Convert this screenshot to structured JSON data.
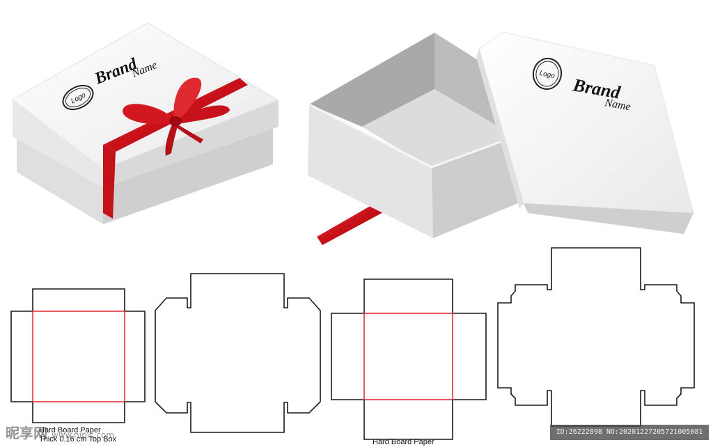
{
  "closed_box": {
    "logo_text": "Logo",
    "brand_text": "Brand",
    "name_text": "Name"
  },
  "open_box_lid": {
    "logo_text": "Logo",
    "brand_text": "Brand",
    "name_text": "Name"
  },
  "dielines": {
    "caption_1_line1": "Hard Board Paper",
    "caption_1_line2": "Thick 0.16 cm Top Box",
    "caption_2": "Hard Board Paper"
  },
  "watermark": {
    "site_name": "昵享网",
    "site_url": "www.nipic.com",
    "id_text": "ID:26222898 NO:20201227205721005081"
  },
  "colors": {
    "ribbon_red": "#d0161f",
    "fold_line_red": "#e0303a",
    "cut_line": "#1a1a1a",
    "box_white": "#f1f1f1"
  }
}
